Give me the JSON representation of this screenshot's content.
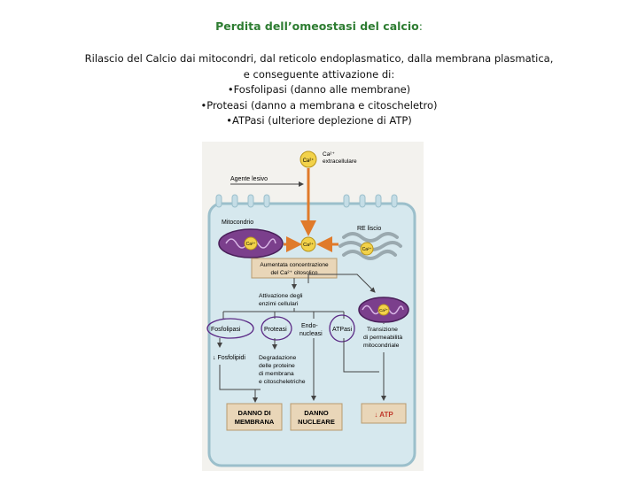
{
  "slide": {
    "title": "Perdita dell’omeostasi del calcio",
    "title_colon": ":",
    "lines": [
      "Rilascio del Calcio dai mitocondri, dal reticolo endoplasmatico, dalla membrana plasmatica,",
      "e conseguente attivazione di:",
      "•Fosfolipasi (danno alle membrane)",
      "•Proteasi (danno a membrana e citoscheletro)",
      "•ATPasi (ulteriore deplezione di ATP)"
    ]
  },
  "diagram": {
    "ca_symbol": "Ca²⁺",
    "ca_extracellulare_label": "Ca²⁺",
    "extracellulare": "extracellulare",
    "agente_lesivo": "Agente lesivo",
    "mitocondrio": "Mitocondrio",
    "re_liscio": "RE liscio",
    "aumentata_line1": "Aumentata concentrazione",
    "aumentata_line2": "del Ca²⁺ citosolico",
    "attivazione_line1": "Attivazione degli",
    "attivazione_line2": "enzimi cellulari",
    "fosfolipasi": "Fosfolipasi",
    "proteasi": "Proteasi",
    "endonucleasi_line1": "Endo-",
    "endonucleasi_line2": "nucleasi",
    "atpasi": "ATPasi",
    "transizione_lines": [
      "Transizione",
      "di permeabilità",
      "mitocondriale"
    ],
    "fosfolipidi": "↓ Fosfolipidi",
    "degradazione_lines": [
      "Degradazione",
      "delle proteine",
      "di membrana",
      "e citoscheletriche"
    ],
    "danno_membrana_line1": "DANNO DI",
    "danno_membrana_line2": "MEMBRANA",
    "danno_nucleare_line1": "DANNO",
    "danno_nucleare_line2": "NUCLEARE",
    "atp": "↓ ATP",
    "colors": {
      "cell_fill": "#d6e8ee",
      "cell_border": "#9bbfcb",
      "mito_purple": "#7b3f8c",
      "er_grey": "#b8c6cc",
      "ca_yellow": "#f2d24a",
      "arrow_orange": "#e07a2a",
      "box_tan": "#e9d6b8",
      "circle_purple": "#5b2a86",
      "title_green": "#2e7d32"
    }
  }
}
